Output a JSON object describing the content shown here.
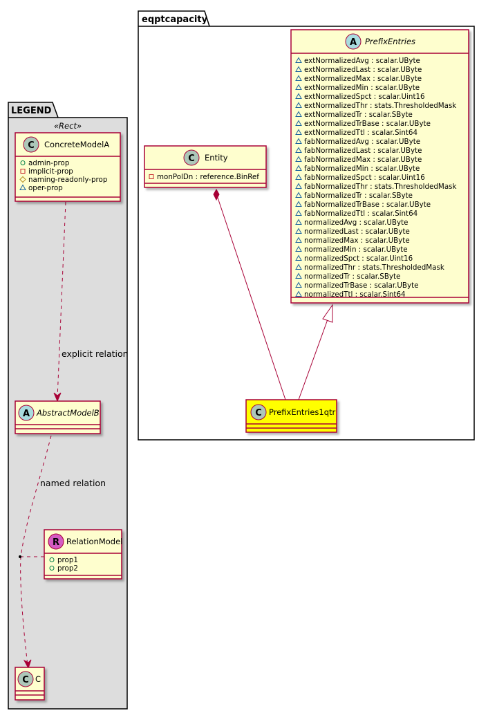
{
  "packages": {
    "eqptcapacity": {
      "label": "eqptcapacity"
    },
    "legend": {
      "label": "LEGEND",
      "stereotype": "«Rect»"
    }
  },
  "classes": {
    "prefix_entries": {
      "name": "PrefixEntries",
      "badge": "A",
      "badge_color": "#a9dcdf",
      "attributes": [
        "extNormalizedAvg : scalar.UByte",
        "extNormalizedLast : scalar.UByte",
        "extNormalizedMax : scalar.UByte",
        "extNormalizedMin : scalar.UByte",
        "extNormalizedSpct : scalar.Uint16",
        "extNormalizedThr : stats.ThresholdedMask",
        "extNormalizedTr : scalar.SByte",
        "extNormalizedTrBase : scalar.UByte",
        "extNormalizedTtl : scalar.Sint64",
        "fabNormalizedAvg : scalar.UByte",
        "fabNormalizedLast : scalar.UByte",
        "fabNormalizedMax : scalar.UByte",
        "fabNormalizedMin : scalar.UByte",
        "fabNormalizedSpct : scalar.Uint16",
        "fabNormalizedThr : stats.ThresholdedMask",
        "fabNormalizedTr : scalar.SByte",
        "fabNormalizedTrBase : scalar.UByte",
        "fabNormalizedTtl : scalar.Sint64",
        "normalizedAvg : scalar.UByte",
        "normalizedLast : scalar.UByte",
        "normalizedMax : scalar.UByte",
        "normalizedMin : scalar.UByte",
        "normalizedSpct : scalar.Uint16",
        "normalizedThr : stats.ThresholdedMask",
        "normalizedTr : scalar.SByte",
        "normalizedTrBase : scalar.UByte",
        "normalizedTtl : scalar.Sint64"
      ]
    },
    "entity": {
      "name": "Entity",
      "badge": "C",
      "badge_color": "#adc7b9",
      "attributes": [
        "monPolDn : reference.BinRef"
      ]
    },
    "prefix_entries_1qtr": {
      "name": "PrefixEntries1qtr",
      "badge": "C",
      "badge_color": "#adc7b9",
      "fill": "#ffff00"
    },
    "concrete_model_a": {
      "name": "ConcreteModelA",
      "badge": "C",
      "badge_color": "#adc7b9",
      "attributes": [
        "admin-prop",
        "implicit-prop",
        "naming-readonly-prop",
        "oper-prop"
      ]
    },
    "abstract_model_b": {
      "name": "AbstractModelB",
      "badge": "A",
      "badge_color": "#a9dcdf"
    },
    "relation_model": {
      "name": "RelationModel",
      "badge": "R",
      "badge_color": "#d45bc3",
      "attributes": [
        "prop1",
        "prop2"
      ]
    },
    "class_c": {
      "name": "C",
      "badge": "C",
      "badge_color": "#adc7b9"
    }
  },
  "edges": {
    "explicit": {
      "label": "explicit relation"
    },
    "named": {
      "label": "named relation"
    }
  },
  "colors": {
    "class_fill": "#fefece",
    "class_border": "#a80036",
    "legend_fill": "#dddddd"
  }
}
